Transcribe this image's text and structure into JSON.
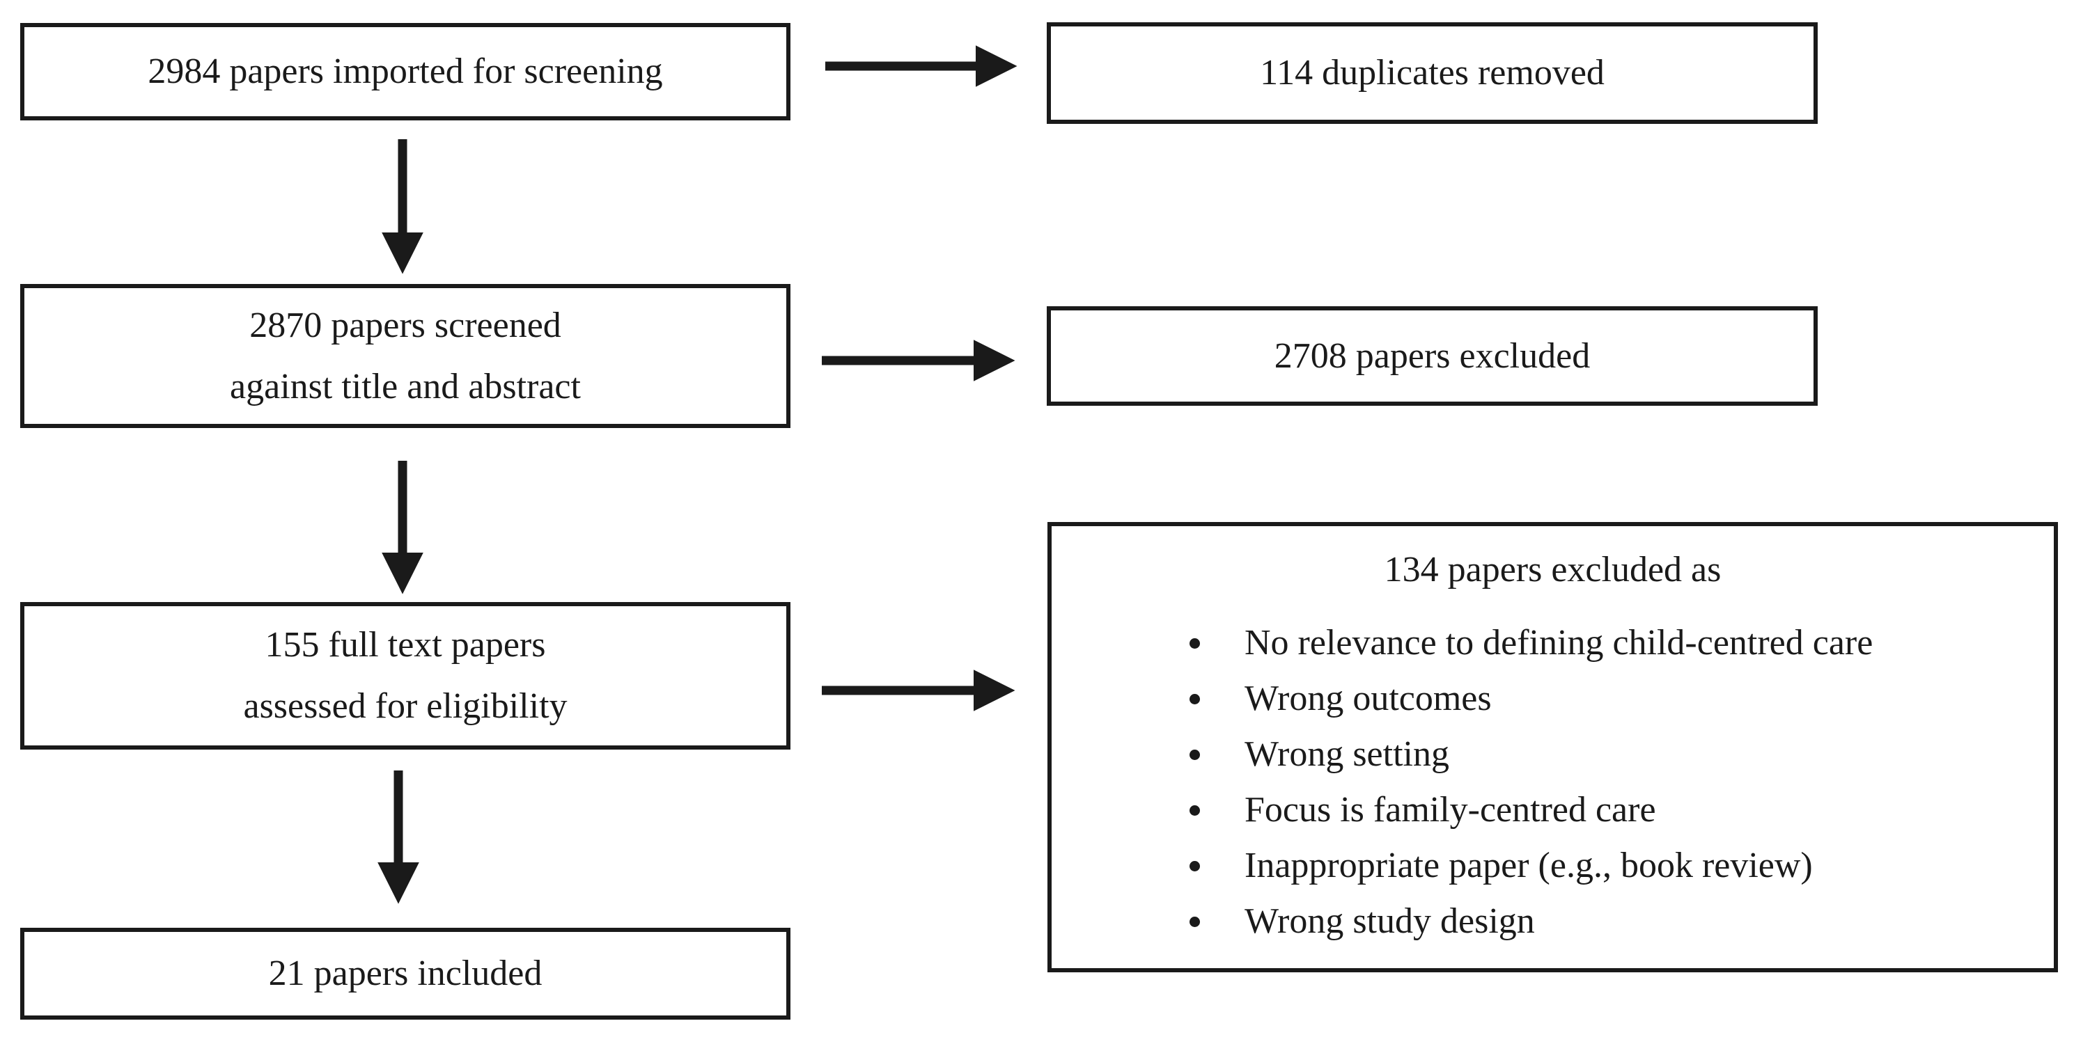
{
  "flowchart": {
    "left_column": [
      {
        "id": "imported",
        "lines": [
          "2984 papers imported for screening"
        ]
      },
      {
        "id": "screened",
        "lines": [
          "2870 papers screened",
          "against title and abstract"
        ]
      },
      {
        "id": "fulltext",
        "lines": [
          "155 full text papers",
          "assessed for eligibility"
        ]
      },
      {
        "id": "included",
        "lines": [
          "21 papers included"
        ]
      }
    ],
    "right_column": {
      "duplicates_label": "114 duplicates removed",
      "excluded_label": "2708 papers excluded",
      "reasons_title": "134 papers excluded as",
      "reasons_bullets": [
        "No relevance to defining child-centred care",
        "Wrong outcomes",
        "Wrong setting",
        "Focus is family-centred care",
        "Inappropriate paper (e.g., book review)",
        "Wrong study design"
      ]
    },
    "colors": {
      "ink": "#1a1a1a",
      "background": "#ffffff"
    }
  }
}
